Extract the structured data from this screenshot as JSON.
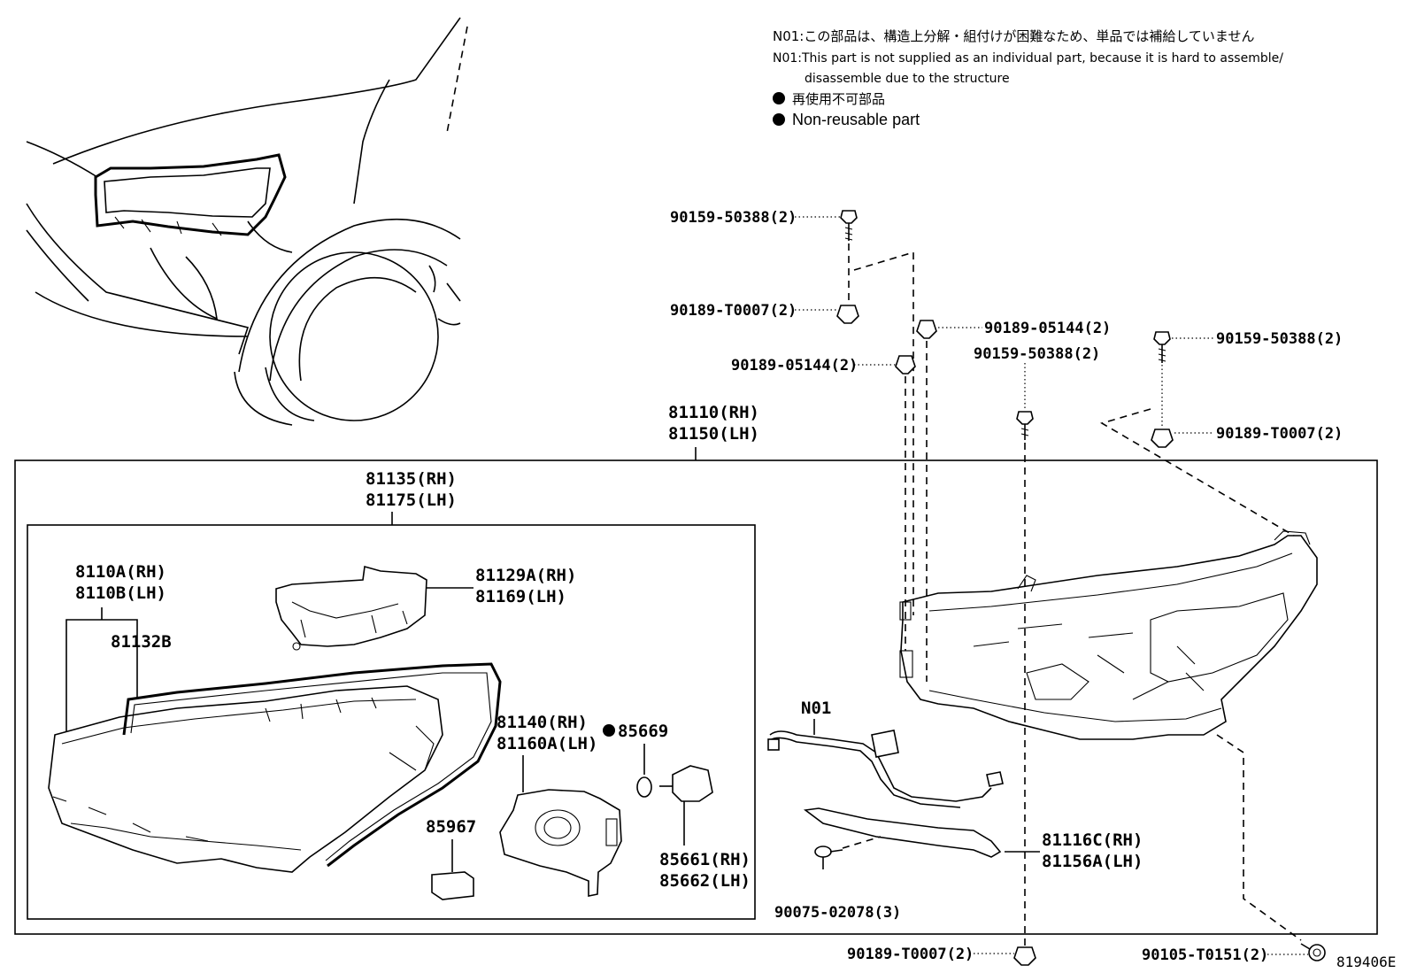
{
  "notes": {
    "n01_jp": "N01:この部品は、構造上分解・組付けが困難なため、単品では補給していません",
    "n01_en_line1": "N01:This part is not supplied as an individual part, because it is hard to assemble/",
    "n01_en_line2": "disassemble due to the structure",
    "nonreusable_jp": "再使用不可部品",
    "nonreusable_en": "Non-reusable part"
  },
  "diagram_id": "819406E",
  "labels": {
    "bolt_top": "90159-50388(2)",
    "nut_top": "90189-T0007(2)",
    "clip_a": "90189-05144(2)",
    "clip_b": "90189-05144(2)",
    "bolt_mid": "90159-50388(2)",
    "bolt_right": "90159-50388(2)",
    "nut_right": "90189-T0007(2)",
    "assy_rh": "81110(RH)",
    "assy_lh": "81150(LH)",
    "housing_rh": "81135(RH)",
    "housing_lh": "81175(LH)",
    "lens_rh": "8110A(RH)",
    "lens_lh": "8110B(LH)",
    "gasket": "81132B",
    "bracket_rh": "81129A(RH)",
    "bracket_lh": "81169(LH)",
    "unit_rh": "81140(RH)",
    "unit_lh": "81160A(LH)",
    "oring": "85669",
    "module": "85967",
    "socket_rh": "85661(RH)",
    "socket_lh": "85662(LH)",
    "n01": "N01",
    "trim_rh": "81116C(RH)",
    "trim_lh": "81156A(LH)",
    "screw": "90075-02078(3)",
    "nut_bottom": "90189-T0007(2)",
    "bolt_bottom": "90105-T0151(2)"
  }
}
